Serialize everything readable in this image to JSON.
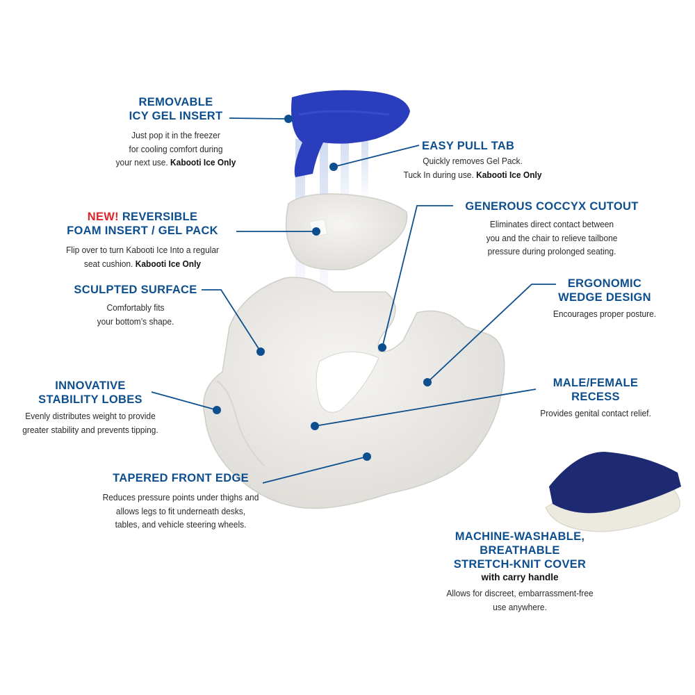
{
  "callouts": {
    "gel_insert": {
      "title1": "REMOVABLE",
      "title2": "ICY GEL INSERT",
      "body1": "Just pop it in the freezer",
      "body2": "for cooling comfort during",
      "body3": "your next use.",
      "bold": "Kabooti Ice Only"
    },
    "pull_tab": {
      "title": "EASY PULL TAB",
      "body1": "Quickly removes Gel Pack.",
      "body2": "Tuck In during use.",
      "bold": "Kabooti Ice Only"
    },
    "foam_insert": {
      "new": "NEW!",
      "title1": "REVERSIBLE",
      "title2": "FOAM INSERT / GEL PACK",
      "body1": "Flip over to turn Kabooti Ice Into a regular",
      "body2": "seat cushion.",
      "bold": "Kabooti Ice Only"
    },
    "coccyx": {
      "title": "GENEROUS COCCYX CUTOUT",
      "body1": "Eliminates direct contact between",
      "body2": "you and the chair to relieve tailbone",
      "body3": "pressure during prolonged seating."
    },
    "sculpted": {
      "title": "SCULPTED SURFACE",
      "body1": "Comfortably fits",
      "body2": "your bottom’s shape."
    },
    "wedge": {
      "title1": "ERGONOMIC",
      "title2": "WEDGE DESIGN",
      "body1": "Encourages proper posture."
    },
    "lobes": {
      "title1": "INNOVATIVE",
      "title2": "STABILITY LOBES",
      "body1": "Evenly distributes weight to provide",
      "body2": "greater stability and prevents tipping."
    },
    "recess": {
      "title1": "MALE/FEMALE",
      "title2": "RECESS",
      "body1": "Provides genital contact relief."
    },
    "front_edge": {
      "title": "TAPERED FRONT EDGE",
      "body1": "Reduces pressure points under thighs and",
      "body2": "allows legs to fit underneath desks,",
      "body3": "tables, and vehicle steering wheels."
    },
    "cover": {
      "title1": "MACHINE-WASHABLE,",
      "title2": "BREATHABLE",
      "title3": "STRETCH-KNIT COVER",
      "sub": "with carry handle",
      "body1": "Allows for discreet, embarrassment-free",
      "body2": "use anywhere."
    }
  },
  "colors": {
    "accent": "#0d4f8e",
    "new": "#e0242a",
    "gel": "#2a3dbd",
    "cover": "#1d2a72",
    "foam": "#ecebe7"
  }
}
